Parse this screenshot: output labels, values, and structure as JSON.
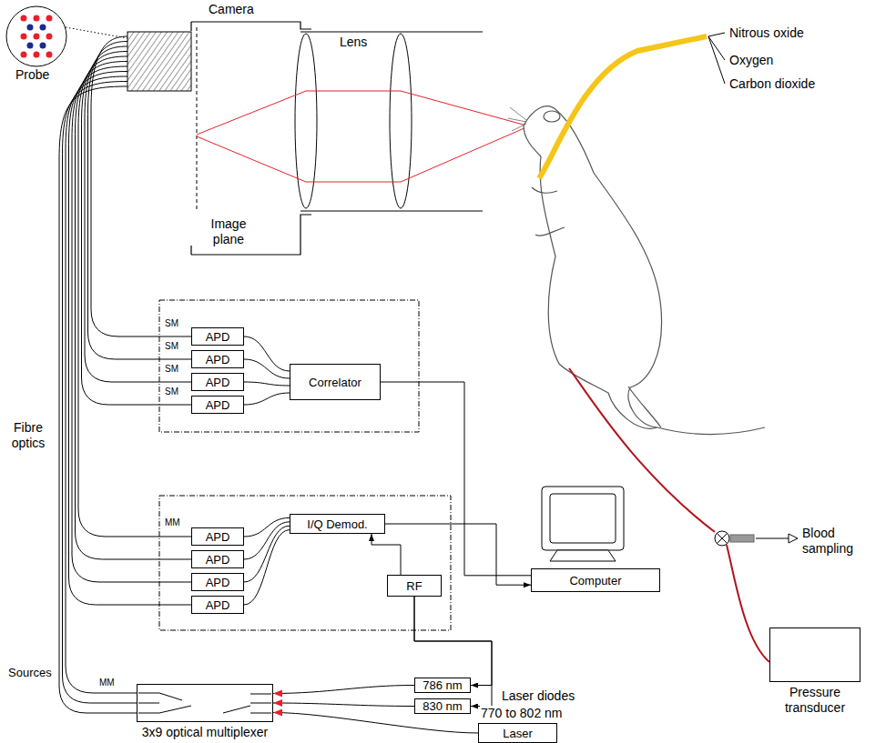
{
  "diagram": {
    "nodes": [
      {
        "text": [
          "APD"
        ]
      },
      {
        "text": [
          "APD"
        ]
      },
      {
        "text": [
          "APD"
        ]
      },
      {
        "text": [
          "APD"
        ]
      },
      {
        "text": [
          "Correlator"
        ]
      },
      {
        "text": [
          "APD"
        ]
      },
      {
        "text": [
          "APD"
        ]
      },
      {
        "text": [
          "APD"
        ]
      },
      {
        "text": [
          "APD"
        ]
      },
      {
        "text": [
          "I/Q Demod."
        ]
      },
      {
        "text": [
          "RF"
        ]
      },
      {
        "text": [
          "Computer"
        ]
      },
      {
        "text": [
          "786 nm"
        ]
      },
      {
        "text": [
          "830 nm"
        ]
      },
      {
        "text": [
          "Laser"
        ]
      },
      {
        "text": [
          "3x9 optical multiplexer"
        ]
      },
      {
        "text": [
          "Pressure transducer"
        ]
      }
    ],
    "edges": [
      {
        "from": 0,
        "to": 4,
        "arrow": "none"
      },
      {
        "from": 1,
        "to": 4,
        "arrow": "none"
      },
      {
        "from": 2,
        "to": 4,
        "arrow": "none"
      },
      {
        "from": 3,
        "to": 4,
        "arrow": "none"
      },
      {
        "from": 5,
        "to": 9,
        "arrow": "none"
      },
      {
        "from": 6,
        "to": 9,
        "arrow": "none"
      },
      {
        "from": 7,
        "to": 9,
        "arrow": "none"
      },
      {
        "from": 8,
        "to": 9,
        "arrow": "none"
      },
      {
        "from": 10,
        "to": 9,
        "arrow": "to"
      },
      {
        "from": 4,
        "to": 11,
        "arrow": "none"
      },
      {
        "from": 9,
        "to": 11,
        "arrow": "to"
      },
      {
        "from": 10,
        "to": 12,
        "arrow": "to"
      },
      {
        "from": 10,
        "to": 13,
        "arrow": "to"
      },
      {
        "from": 12,
        "to": 15,
        "arrow": "to"
      },
      {
        "from": 13,
        "to": 15,
        "arrow": "to"
      },
      {
        "from": 14,
        "to": 15,
        "arrow": "to"
      }
    ],
    "labels": [
      "Probe",
      "Camera",
      "Lens",
      "Image plane",
      "Nitrous oxide",
      "Oxygen",
      "Carbon dioxide",
      "SM",
      "SM",
      "SM",
      "SM",
      "Fibre optics",
      "MM",
      "Blood sampling",
      "Sources",
      "MM",
      "Laser diodes",
      "770 to 802 nm"
    ]
  }
}
